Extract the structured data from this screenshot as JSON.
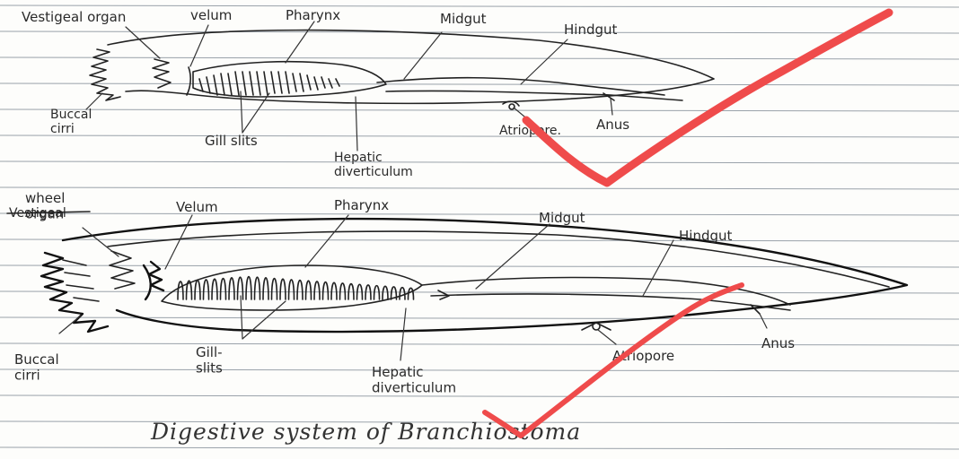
{
  "page": {
    "paper_line_color": "#9aa2aa",
    "ink_color": "#222222",
    "tick_color": "#ef4b4b"
  },
  "diagram_top": {
    "labels": {
      "vestigeal_organ": "Vestigeal organ",
      "velum": "velum",
      "pharynx": "Pharynx",
      "midgut": "Midgut",
      "hindgut": "Hindgut",
      "buccal_cirri": "Buccal\ncirri",
      "gill_slits": "Gill slits",
      "hepatic_diverticulum": "Hepatic\ndiverticulum",
      "atriopore": "Atriopore.",
      "anus": "Anus"
    }
  },
  "diagram_bottom": {
    "labels": {
      "wheel_organ": "wheel\norgan",
      "vestigeal_struck": "Vestigeal",
      "velum": "Velum",
      "pharynx": "Pharynx",
      "midgut": "Midgut",
      "hindgut": "Hindgut",
      "buccal_cirri": "Buccal\ncirri",
      "gill_slits": "Gill-\nslits",
      "hepatic_diverticulum": "Hepatic\ndiverticulum",
      "atriopore": "Atriopore",
      "anus": "Anus"
    }
  },
  "caption": "Digestive system of Branchiostoma"
}
